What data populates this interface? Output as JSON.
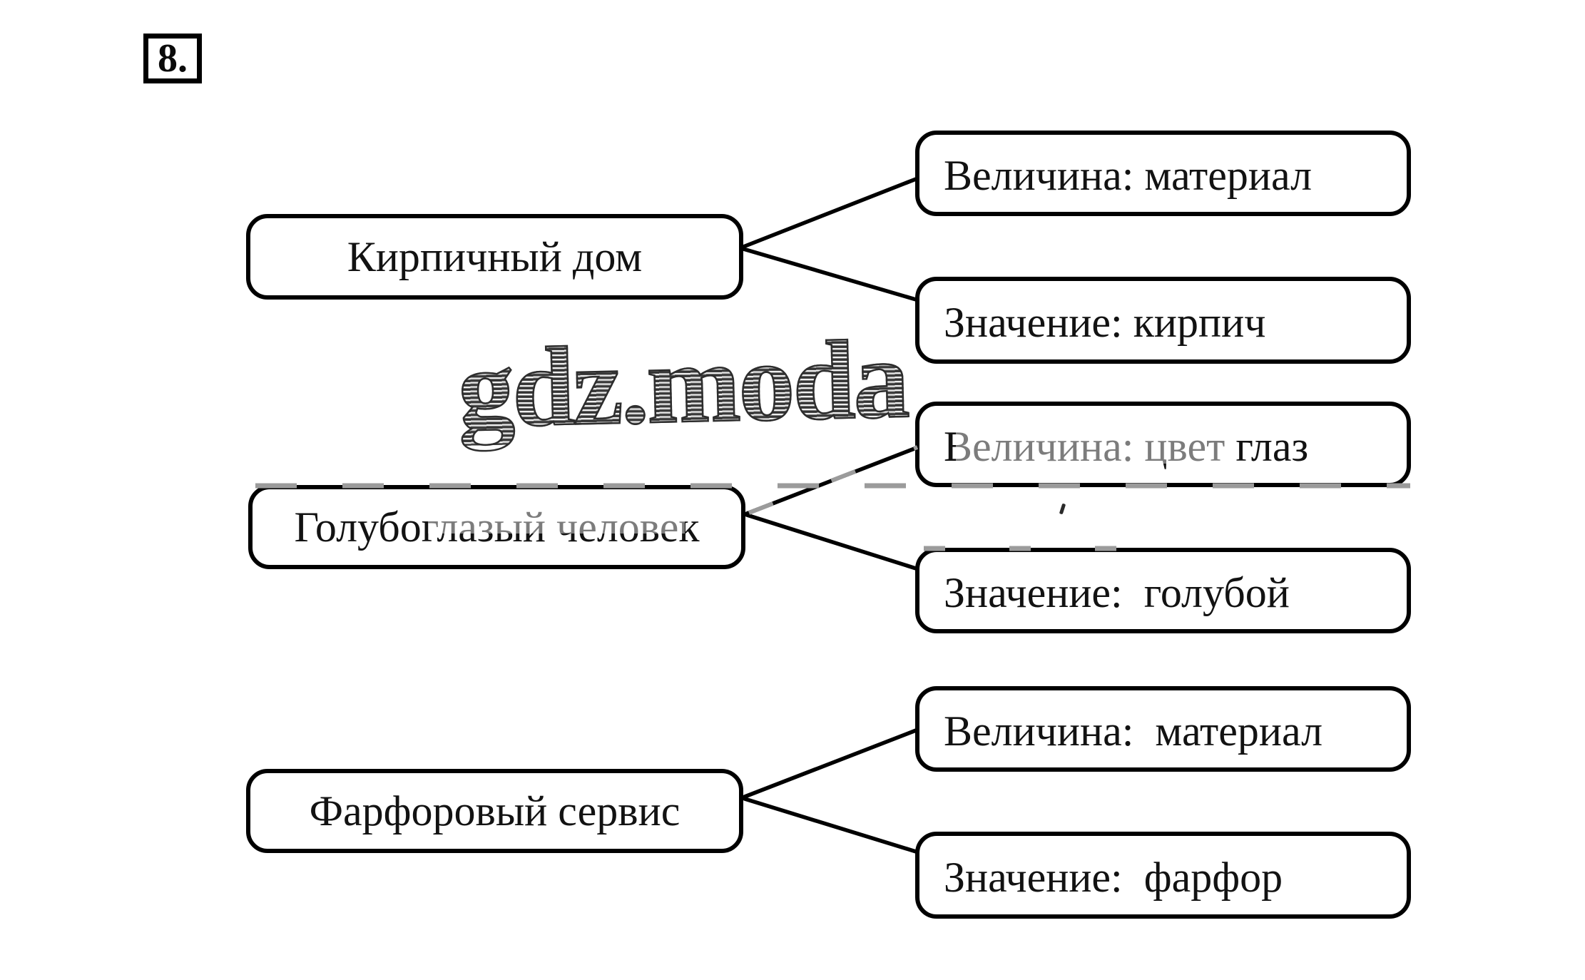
{
  "badge": {
    "label": "8."
  },
  "watermark": {
    "text": "gdz.moda"
  },
  "diagram": {
    "groups": [
      {
        "subject": "Кирпичный дом",
        "attribute": "Величина: материал",
        "value": "Значение: кирпич"
      },
      {
        "subject": "Голубоглазый человек",
        "attribute": "Величина: цвет глаз",
        "value": "Значение:  голубой"
      },
      {
        "subject": "Фарфоровый сервис",
        "attribute": "Величина:  материал",
        "value": "Значение:  фарфор"
      }
    ]
  },
  "colors": {
    "ink": "#000000",
    "box_fill": "#ffffff",
    "watermark_gray": "#9b9b9b"
  }
}
